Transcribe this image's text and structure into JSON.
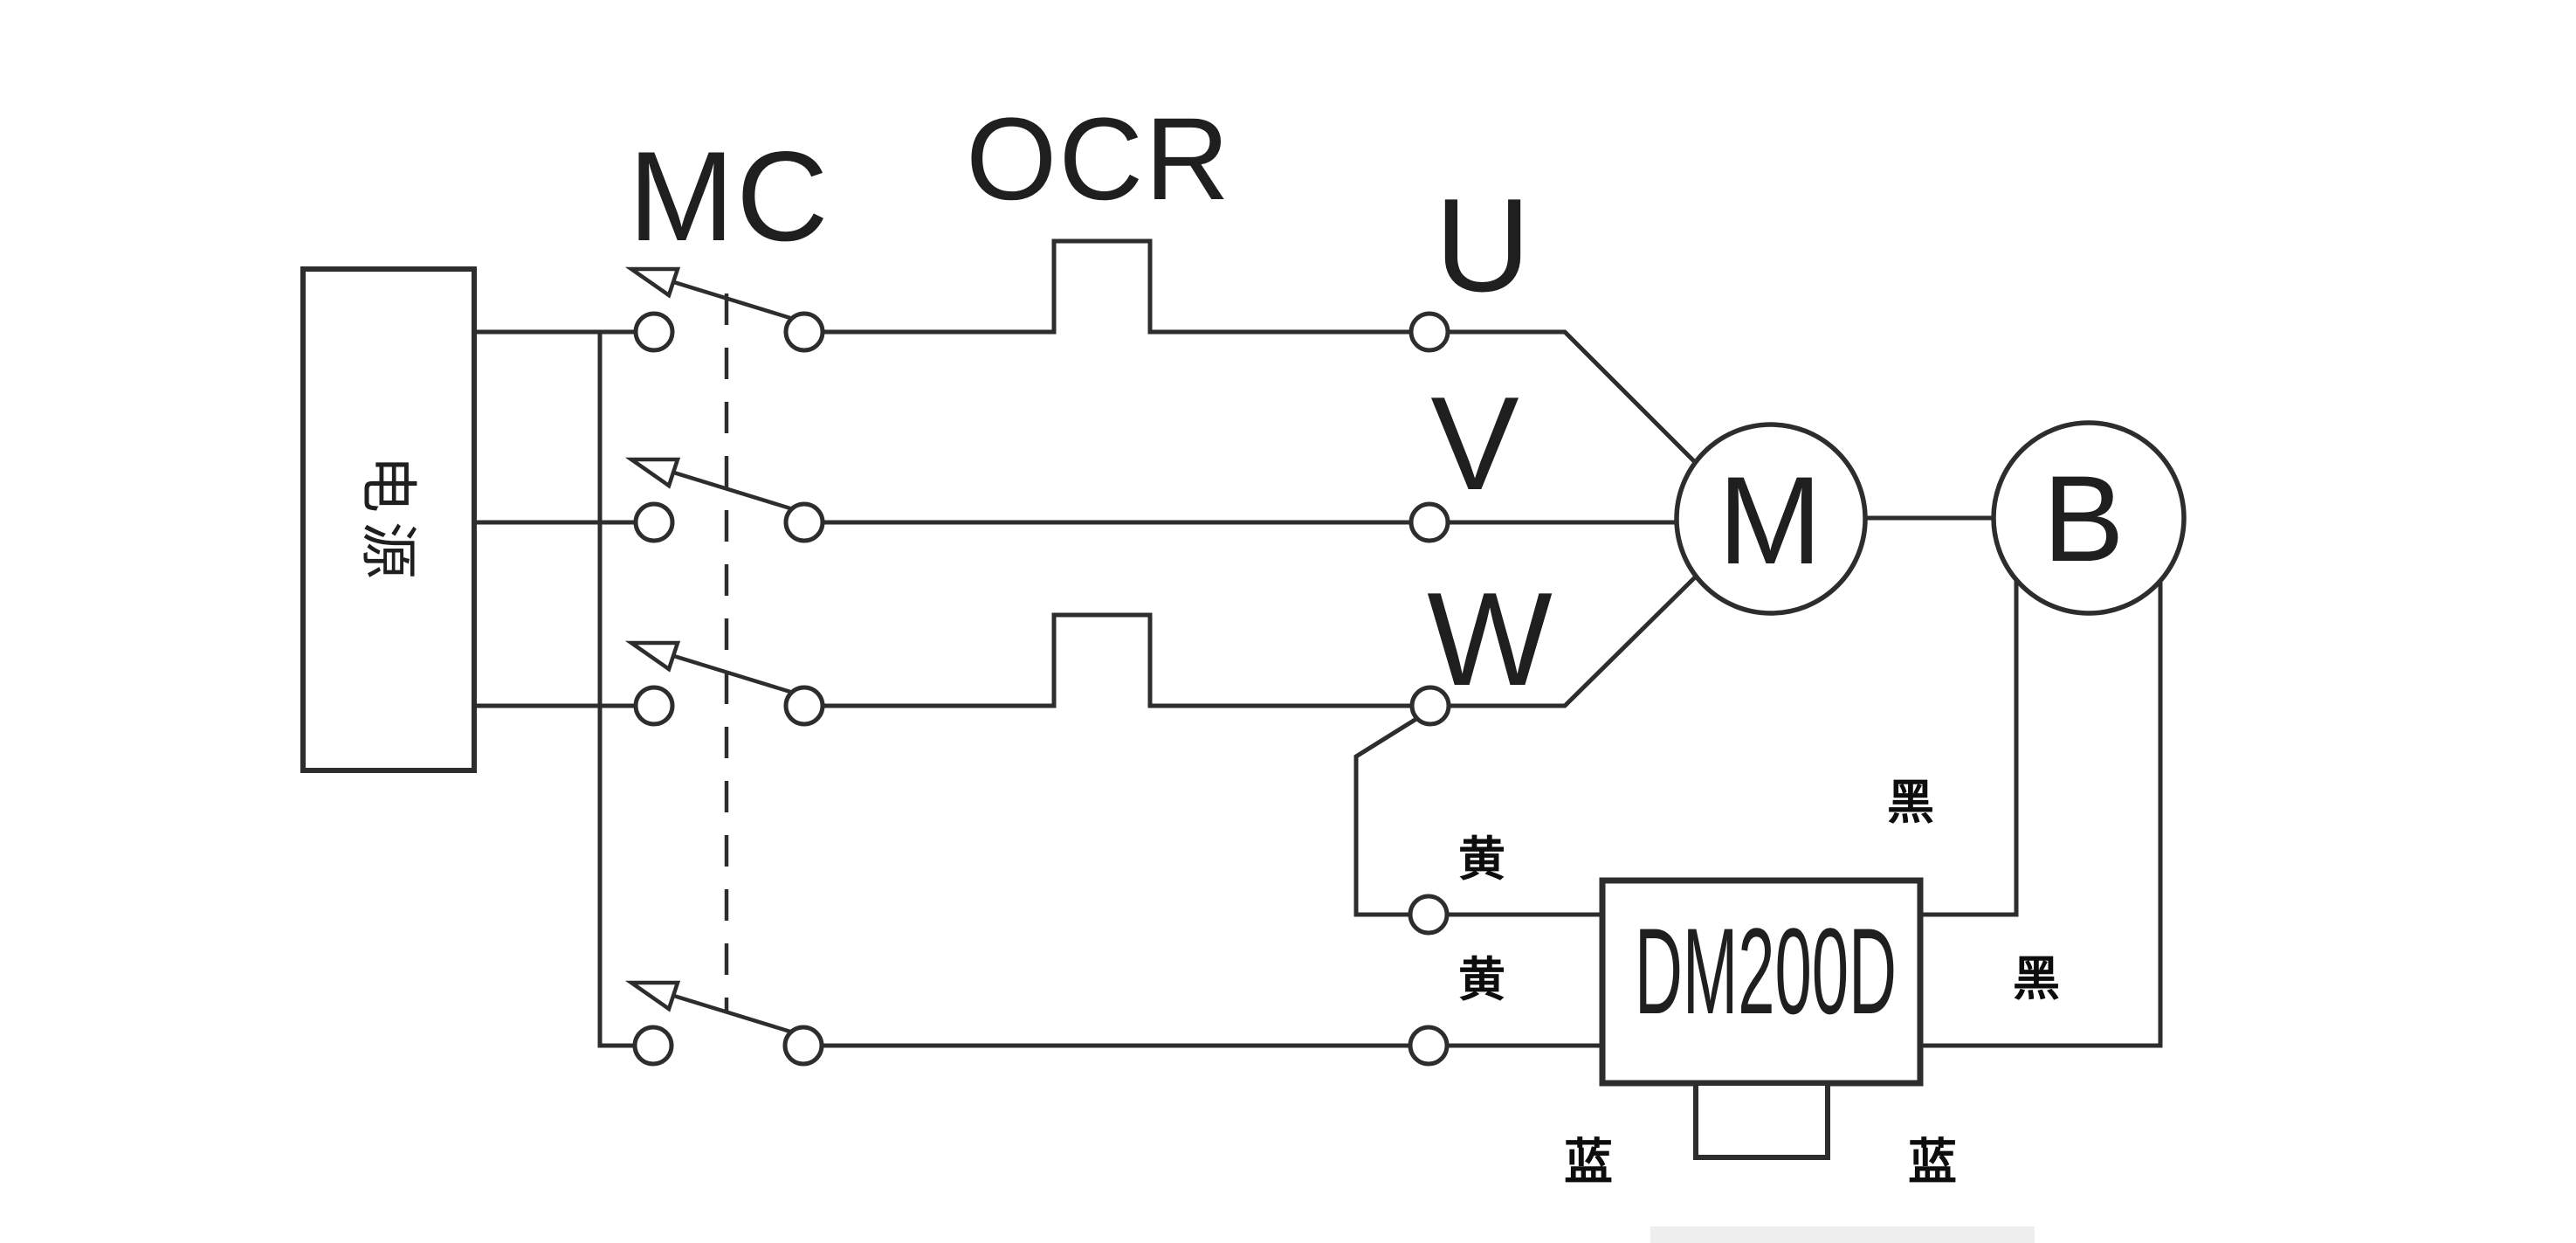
{
  "diagram": {
    "power_source_label": "电源",
    "contactor_label": "MC",
    "overload_relay_label": "OCR",
    "phase_u": "U",
    "phase_v": "V",
    "phase_w": "W",
    "motor_label": "M",
    "brake_label": "B",
    "brake_module_label": "DM200D",
    "wire_labels": {
      "yellow_upper": "黄",
      "yellow_lower": "黄",
      "black_upper": "黑",
      "black_lower": "黑",
      "blue_left": "蓝",
      "blue_right": "蓝"
    },
    "colors": {
      "line": "#2d2d2d",
      "text": "#1f1f1f",
      "background": "#ffffff"
    }
  }
}
